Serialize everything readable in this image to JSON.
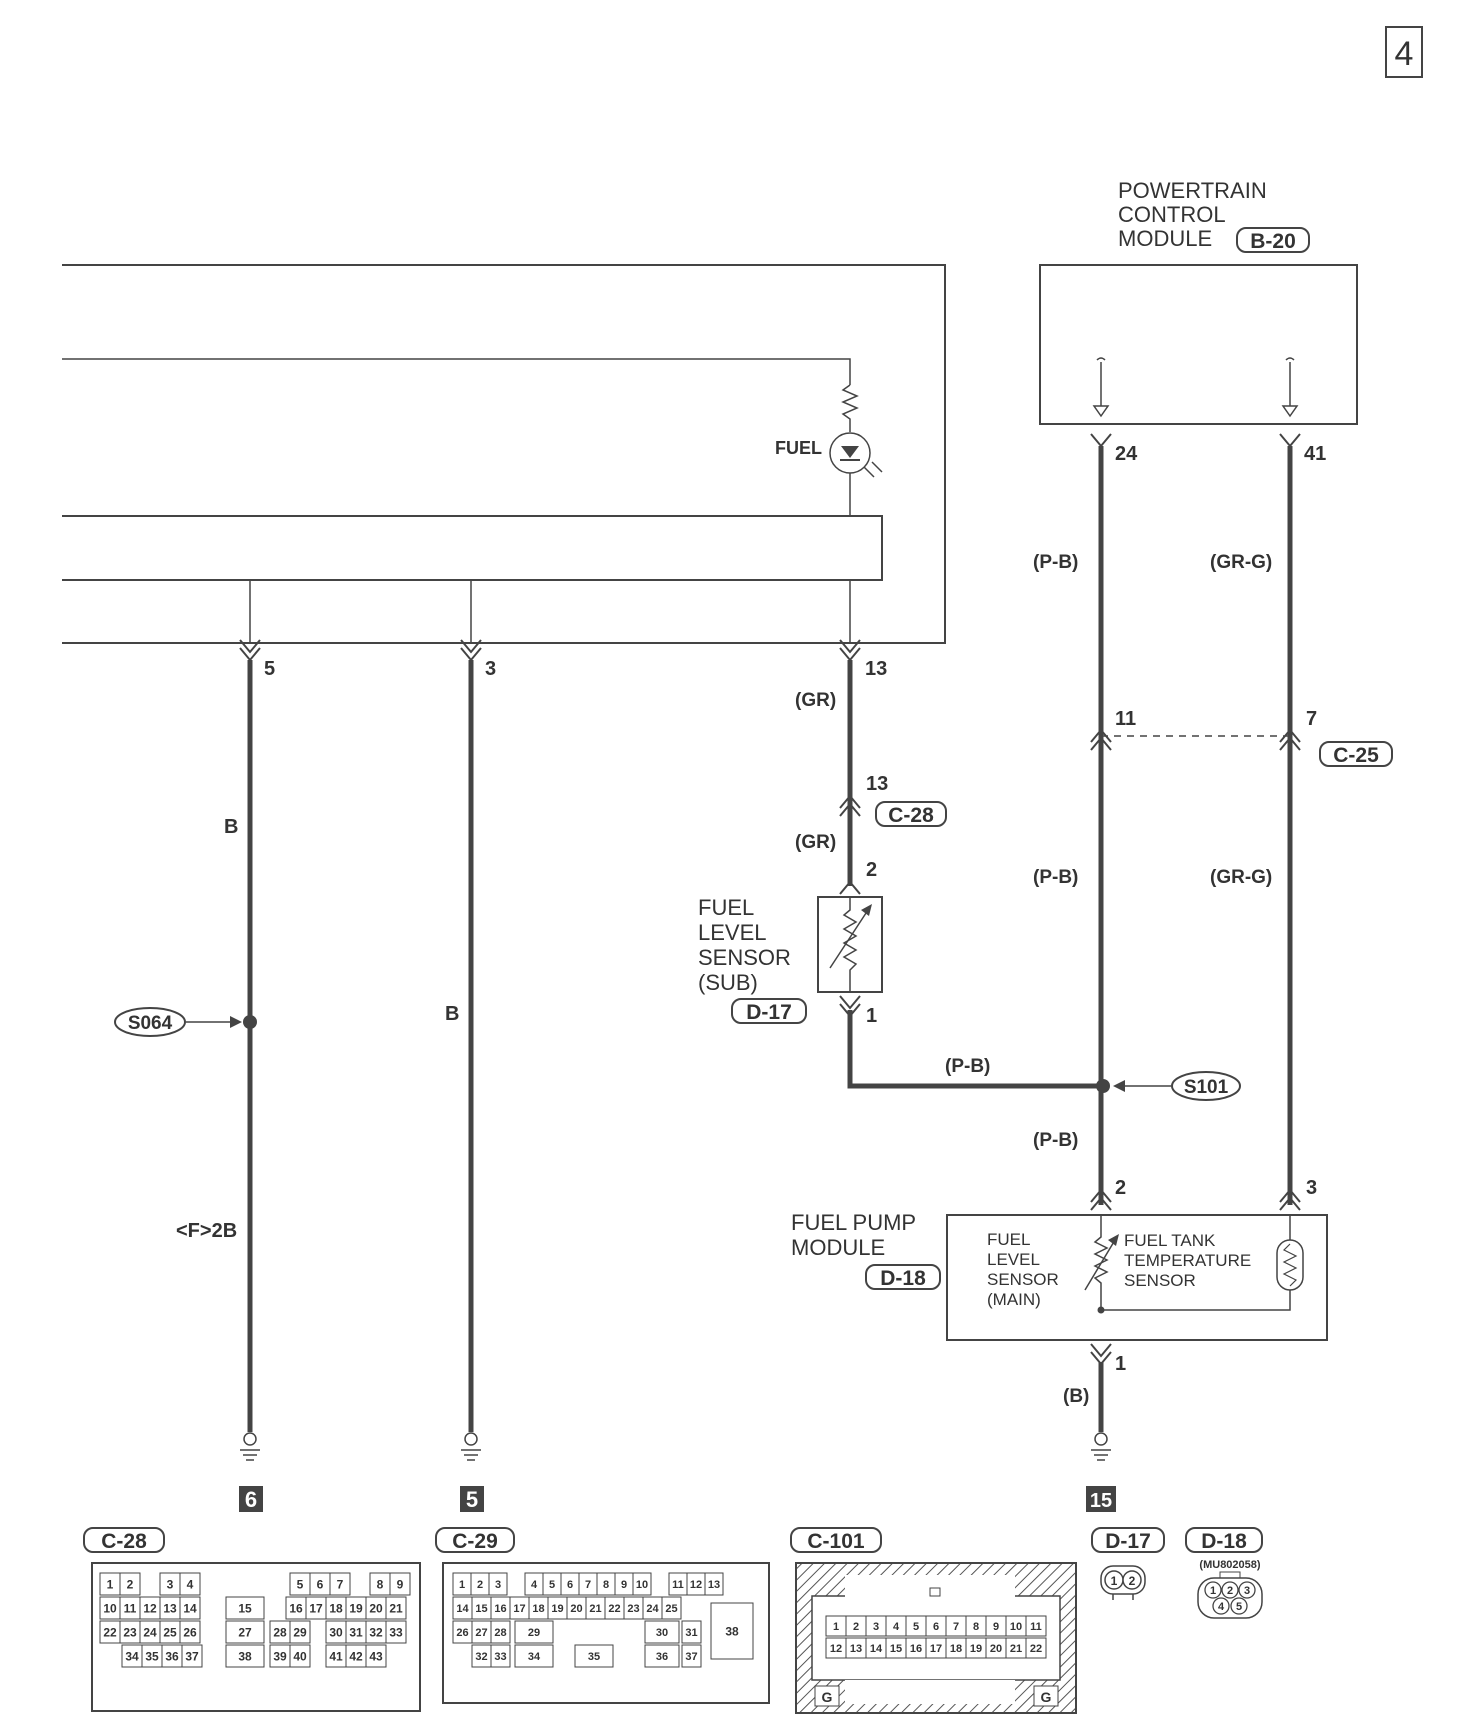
{
  "page_number": "4",
  "modules": {
    "pcm": {
      "lines": [
        "POWERTRAIN",
        "CONTROL",
        "MODULE"
      ],
      "connector": "B-20"
    },
    "fuel_level_sensor_sub": {
      "lines": [
        "FUEL",
        "LEVEL",
        "SENSOR",
        "(SUB)"
      ],
      "connector": "D-17"
    },
    "fuel_pump_module": {
      "lines": [
        "FUEL PUMP",
        "MODULE"
      ],
      "connector": "D-18"
    },
    "fuel_level_sensor_main": {
      "lines": [
        "FUEL",
        "LEVEL",
        "SENSOR",
        "(MAIN)"
      ]
    },
    "fuel_tank_temp_sensor": {
      "lines": [
        "FUEL TANK",
        "TEMPERATURE",
        "SENSOR"
      ]
    }
  },
  "fuel_lamp_label": "FUEL",
  "pins": {
    "meter_5": "5",
    "meter_3": "3",
    "meter_13": "13",
    "pcm_24": "24",
    "pcm_41": "41",
    "c28_13": "13",
    "c25_11": "11",
    "c25_7": "7",
    "sub_2": "2",
    "sub_1": "1",
    "pump_2": "2",
    "pump_3": "3",
    "pump_1": "1"
  },
  "connector_refs": {
    "c28": "C-28",
    "c25": "C-25"
  },
  "wire_colors": {
    "b_left": "B",
    "b_mid": "B",
    "f2b": "<F>2B",
    "gr_1": "(GR)",
    "gr_2": "(GR)",
    "pb_1": "(P-B)",
    "pb_2": "(P-B)",
    "pb_3": "(P-B)",
    "pb_4": "(P-B)",
    "grg_1": "(GR-G)",
    "grg_2": "(GR-G)",
    "b_ground": "(B)"
  },
  "splices": {
    "s064": "S064",
    "s101": "S101"
  },
  "grounds": [
    "6",
    "5",
    "15"
  ],
  "connector_views": {
    "c28": {
      "label": "C-28",
      "rows": [
        [
          "1",
          "2",
          "3",
          "4",
          "5",
          "6",
          "7",
          "8",
          "9"
        ],
        [
          "10",
          "11",
          "12",
          "13",
          "14",
          "16",
          "17",
          "18",
          "19",
          "20",
          "21"
        ],
        [
          "22",
          "23",
          "24",
          "25",
          "26",
          "28",
          "29",
          "30",
          "31",
          "32",
          "33"
        ],
        [
          "34",
          "35",
          "36",
          "37",
          "39",
          "40",
          "41",
          "42",
          "43"
        ]
      ],
      "center": [
        "15",
        "27",
        "38"
      ]
    },
    "c29": {
      "label": "C-29",
      "rows": [
        [
          "1",
          "2",
          "3",
          "4",
          "5",
          "6",
          "7",
          "8",
          "9",
          "10",
          "11",
          "12",
          "13"
        ],
        [
          "14",
          "15",
          "16",
          "17",
          "18",
          "19",
          "20",
          "21",
          "22",
          "23",
          "24",
          "25"
        ],
        [
          "26",
          "27",
          "28",
          "29",
          "30",
          "31"
        ],
        [
          "32",
          "33",
          "34",
          "35",
          "36",
          "37"
        ]
      ],
      "big": "38"
    },
    "c101": {
      "label": "C-101",
      "rows": [
        [
          "1",
          "2",
          "3",
          "4",
          "5",
          "6",
          "7",
          "8",
          "9",
          "10",
          "11"
        ],
        [
          "12",
          "13",
          "14",
          "15",
          "16",
          "17",
          "18",
          "19",
          "20",
          "21",
          "22"
        ]
      ],
      "g": "G"
    },
    "d17": {
      "label": "D-17",
      "pins": [
        "1",
        "2"
      ]
    },
    "d18": {
      "label": "D-18",
      "part": "(MU802058)",
      "pins": [
        "1",
        "2",
        "3",
        "4",
        "5"
      ]
    }
  }
}
